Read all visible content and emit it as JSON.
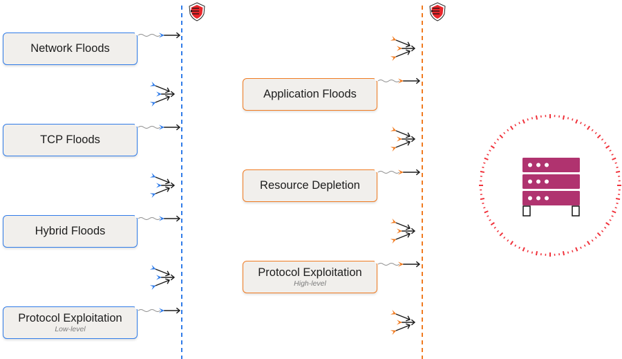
{
  "diagram": {
    "layers": [
      {
        "name": "network-layer",
        "color": "#2f7be8",
        "boxes": [
          {
            "title": "Network Floods",
            "subtitle": ""
          },
          {
            "title": "TCP Floods",
            "subtitle": ""
          },
          {
            "title": "Hybrid Floods",
            "subtitle": ""
          },
          {
            "title": "Protocol Exploitation",
            "subtitle": "Low-level"
          }
        ]
      },
      {
        "name": "application-layer",
        "color": "#f07a1f",
        "boxes": [
          {
            "title": "Application Floods",
            "subtitle": ""
          },
          {
            "title": "Resource Depletion",
            "subtitle": ""
          },
          {
            "title": "Protocol Exploitation",
            "subtitle": "High-level"
          }
        ]
      }
    ],
    "icons": {
      "shield": "shield-icon",
      "server": "server-icon",
      "arrow": "arrow-icon"
    },
    "colors": {
      "shield_fill": "#e8262b",
      "server_fill": "#b0336f",
      "ring": "#f0313a",
      "box_bg": "#f1efec"
    }
  }
}
